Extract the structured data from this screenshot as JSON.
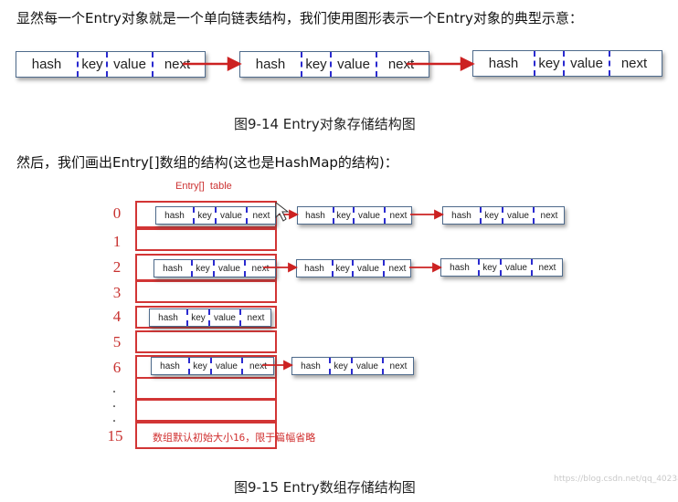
{
  "intro_text": "显然每一个Entry对象就是一个单向链表结构，我们使用图形表示一个Entry对象的典型示意：",
  "fig1_caption": "图9-14 Entry对象存储结构图",
  "second_text": "然后，我们画出Entry[]数组的结构(这也是HashMap的结构)：",
  "table_title": "Entry[]  table",
  "node_fields": {
    "hash": "hash",
    "key": "key",
    "value": "value",
    "next": "next"
  },
  "row_indices": [
    "0",
    "1",
    "2",
    "3",
    "4",
    "5",
    "6",
    "15"
  ],
  "ellipsis_dot": ".",
  "table_note": "数组默认初始大小16，限于篇幅省略",
  "fig2_caption": "图9-15 Entry数组存储结构图",
  "watermark": "https://blog.csdn.net/qq_40238",
  "colors": {
    "arrow": "#cc2222",
    "table_border": "#d23535",
    "separator": "#2b2bd0",
    "node_border": "#4f6b8c"
  }
}
